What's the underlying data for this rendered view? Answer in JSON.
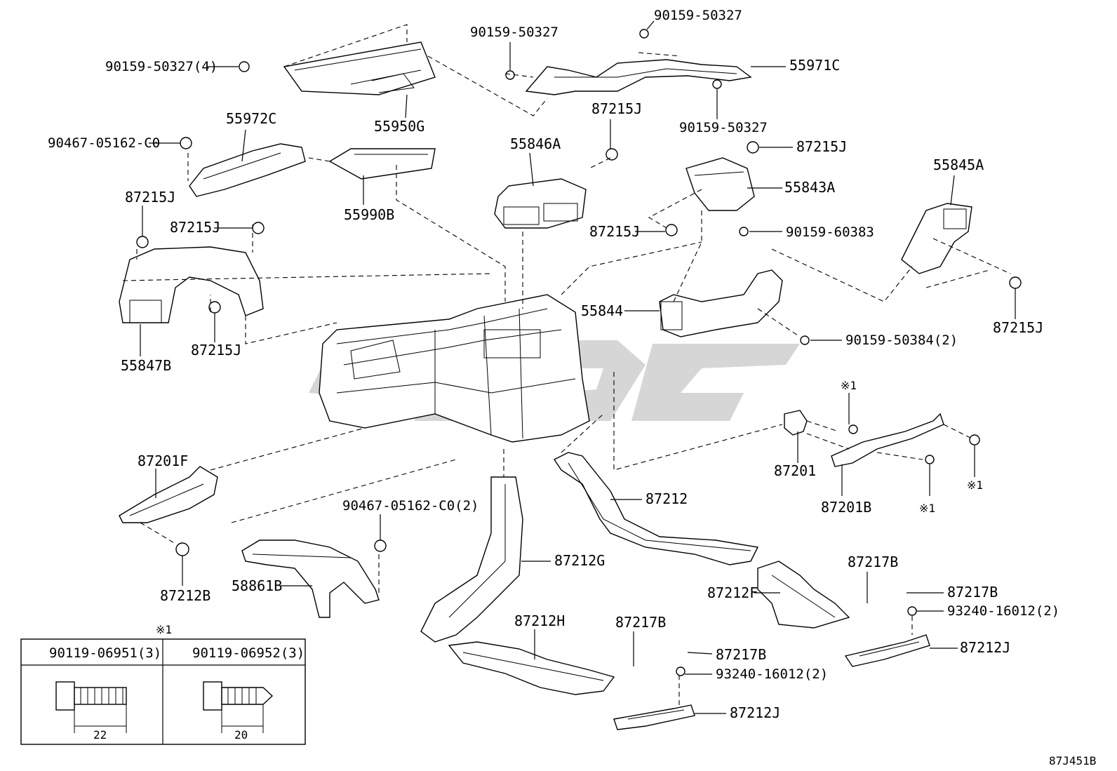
{
  "diagram": {
    "figure_code": "87J451B",
    "watermark_color": "#cfcfcf",
    "labels": {
      "p90159_50327_4": "90159-50327(4)",
      "p90159_50327_a": "90159-50327",
      "p90159_50327_b": "90159-50327",
      "p90159_50327_c": "90159-50327",
      "p55971C": "55971C",
      "p55972C": "55972C",
      "p55950G": "55950G",
      "p87215J_top": "87215J",
      "p55846A": "55846A",
      "p90467_05162_C0": "90467-05162-C0",
      "p55990B": "55990B",
      "p87215J_a": "87215J",
      "p55843A": "55843A",
      "p55845A": "55845A",
      "p87215J_left": "87215J",
      "p87215J_b": "87215J",
      "p87215J_c": "87215J",
      "p90159_60383": "90159-60383",
      "p55844": "55844",
      "p87215J_right": "87215J",
      "p87215J_d": "87215J",
      "p90159_50384_2": "90159-50384(2)",
      "p55847B": "55847B",
      "p87201F": "87201F",
      "p87201": "87201",
      "p87201B": "87201B",
      "p87212": "87212",
      "p90467_05162_C0_2": "90467-05162-C0(2)",
      "p87212B": "87212B",
      "p58861B": "58861B",
      "p87212G": "87212G",
      "p87217B_a": "87217B",
      "p87217B_b": "87217B",
      "p87212F": "87212F",
      "p93240_16012_2_a": "93240-16012(2)",
      "p87212H": "87212H",
      "p87217B_c": "87217B",
      "p87212J_a": "87212J",
      "p87217B_d": "87217B",
      "p93240_16012_2_b": "93240-16012(2)",
      "p87212J_b": "87212J",
      "note_1a": "※1",
      "note_1b": "※1",
      "note_1c": "※1"
    },
    "fastener_table": {
      "note": "※1",
      "columns": [
        {
          "part": "90119-06951(3)",
          "length": "22"
        },
        {
          "part": "90119-06952(3)",
          "length": "20"
        }
      ]
    }
  }
}
